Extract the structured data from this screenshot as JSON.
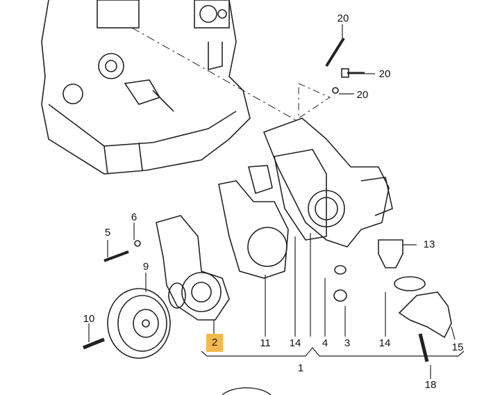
{
  "diagram": {
    "highlight_color": "#f7b84a",
    "callouts": [
      {
        "id": "20a",
        "text": "20"
      },
      {
        "id": "20b",
        "text": "20"
      },
      {
        "id": "20c",
        "text": "20"
      },
      {
        "id": "13",
        "text": "13"
      },
      {
        "id": "5",
        "text": "5"
      },
      {
        "id": "6",
        "text": "6"
      },
      {
        "id": "9",
        "text": "9"
      },
      {
        "id": "10",
        "text": "10"
      },
      {
        "id": "2",
        "text": "2",
        "highlighted": true
      },
      {
        "id": "11",
        "text": "11"
      },
      {
        "id": "14a",
        "text": "14"
      },
      {
        "id": "4",
        "text": "4"
      },
      {
        "id": "3",
        "text": "3"
      },
      {
        "id": "14b",
        "text": "14"
      },
      {
        "id": "15",
        "text": "15"
      },
      {
        "id": "1",
        "text": "1"
      },
      {
        "id": "18",
        "text": "18"
      }
    ]
  }
}
